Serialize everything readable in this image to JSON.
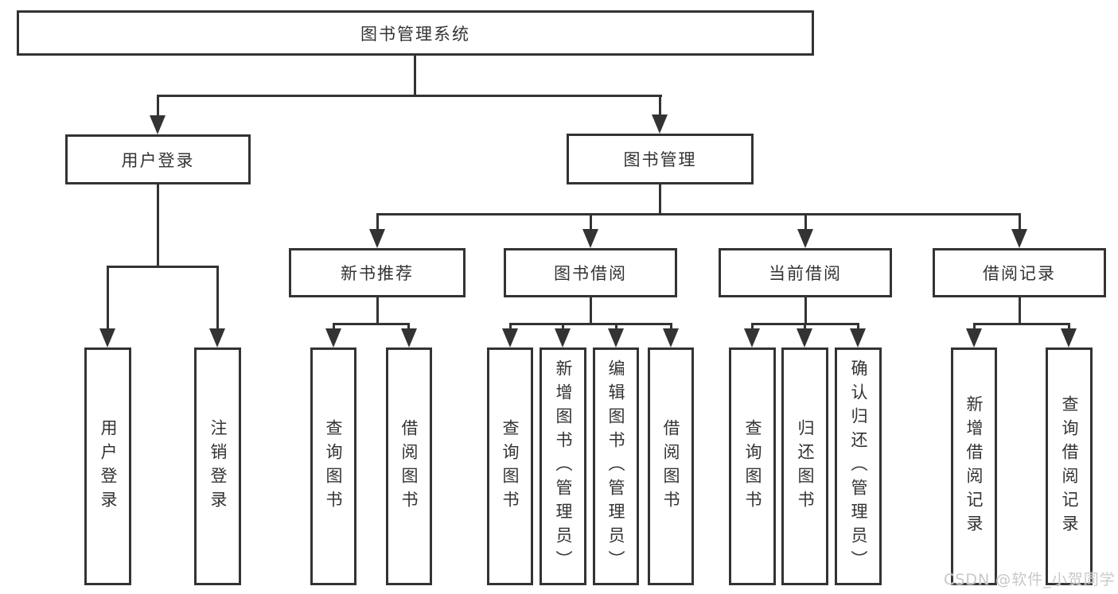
{
  "diagram": {
    "root": "图书管理系统",
    "branches": [
      {
        "label": "用户登录",
        "children": [
          {
            "label": "用户登录"
          },
          {
            "label": "注销登录"
          }
        ]
      },
      {
        "label": "图书管理",
        "sections": [
          {
            "label": "新书推荐",
            "children": [
              {
                "label": "查询图书"
              },
              {
                "label": "借阅图书"
              }
            ]
          },
          {
            "label": "图书借阅",
            "children": [
              {
                "label": "查询图书"
              },
              {
                "label": "新增图书（管理员）"
              },
              {
                "label": "编辑图书（管理员）"
              },
              {
                "label": "借阅图书"
              }
            ]
          },
          {
            "label": "当前借阅",
            "children": [
              {
                "label": "查询图书"
              },
              {
                "label": "归还图书"
              },
              {
                "label": "确认归还（管理员）"
              }
            ]
          },
          {
            "label": "借阅记录",
            "children": [
              {
                "label": "新增借阅记录"
              },
              {
                "label": "查询借阅记录"
              }
            ]
          }
        ]
      }
    ]
  },
  "watermark": "CSDN @软件_小贺同学",
  "colors": {
    "line": "#333333",
    "box_border": "#333333",
    "text": "#333333",
    "background": "#ffffff",
    "watermark": "#c9c9c9"
  }
}
